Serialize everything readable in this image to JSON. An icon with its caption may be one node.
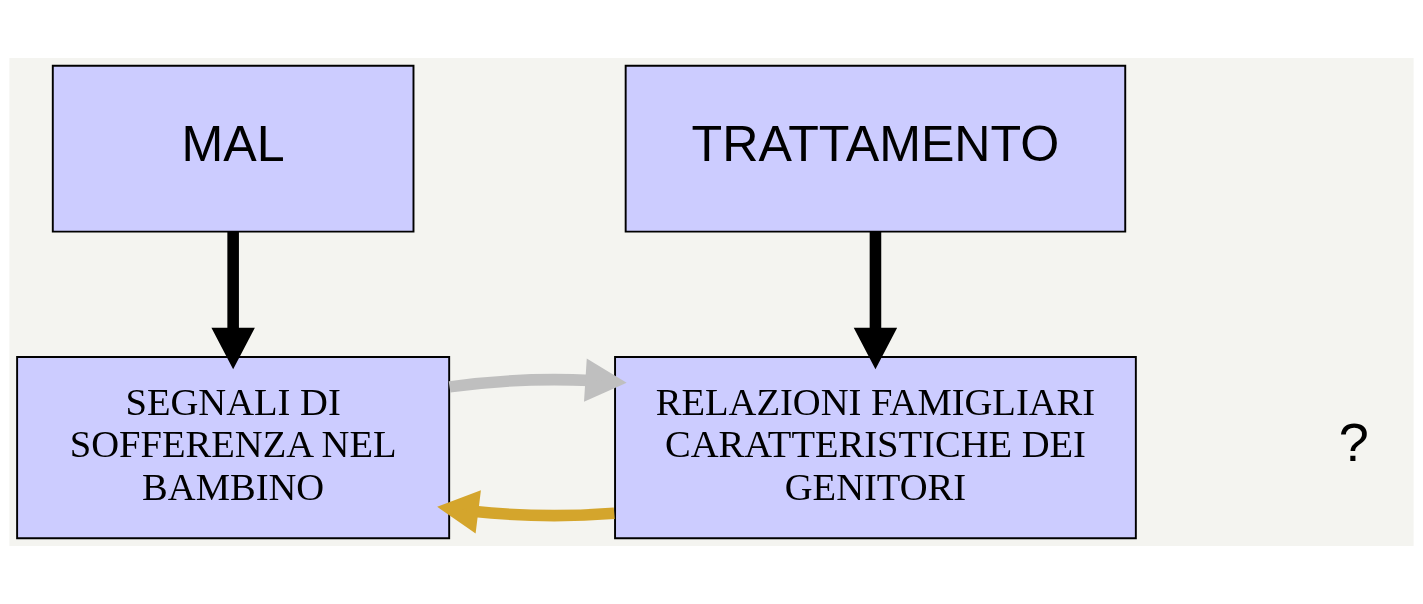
{
  "diagram": {
    "nodes": [
      {
        "text": [
          "MAL"
        ]
      },
      {
        "text": [
          "TRATTAMENTO"
        ]
      },
      {
        "text": [
          "SEGNALI DI SOFFERENZA NEL BAMBINO"
        ]
      },
      {
        "text": [
          "RELAZIONI FAMIGLIARI CARATTERISTICHE DEI GENITORI"
        ]
      }
    ],
    "edges": [
      {
        "from": 0,
        "to": 2,
        "arrow": "to"
      },
      {
        "from": 1,
        "to": 3,
        "arrow": "to"
      },
      {
        "from": 3,
        "to": 2,
        "arrow": "to",
        "color": "#d4a52c"
      },
      {
        "from": 2,
        "to": 3,
        "arrow": "to",
        "color": "#bfbfbf"
      }
    ],
    "labels": [
      "?"
    ]
  }
}
